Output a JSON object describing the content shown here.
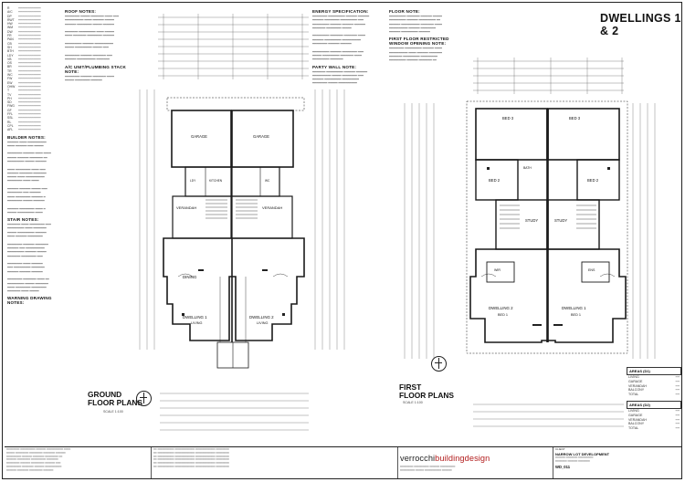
{
  "sheet": {
    "title": "DWELLINGS 1 & 2"
  },
  "legend_col": {
    "key_abbrev": [
      "R",
      "A/C",
      "DP",
      "RWT",
      "HW",
      "WM",
      "DW",
      "FR",
      "PAN",
      "CB",
      "SH",
      "BTH",
      "LDY",
      "VB",
      "OS",
      "BR",
      "TR",
      "WC",
      "FW",
      "EW",
      "OHW",
      "T",
      "TV",
      "PH",
      "SD",
      "FWG",
      "GF",
      "FFL",
      "SSL",
      "RL",
      "CPL",
      "AFL"
    ],
    "builder_notes_hdr": "BUILDER NOTES:",
    "stair_notes_hdr": "STAIR NOTES:",
    "warning_hdr": "WARNING DRAWING NOTES:"
  },
  "notes_col2": {
    "roof_notes_hdr": "ROOF NOTES:",
    "ac_hdr": "A/C UNIT/PLUMBING STACK NOTE:"
  },
  "notes_col3": {
    "energy_hdr": "ENERGY SPECIFICATION:",
    "party_wall_hdr": "PARTY WALL NOTE:"
  },
  "notes_col4": {
    "floor_hdr": "FLOOR NOTE:",
    "window_hdr": "FIRST FLOOR RESTRICTED WINDOW OPENING NOTE:"
  },
  "ground_plan": {
    "title_1": "GROUND",
    "title_2": "FLOOR PLANS",
    "scale": "SCALE 1:100",
    "rooms": {
      "garage_l": "GARAGE",
      "garage_r": "GARAGE",
      "verandah_l": "VERANDAH",
      "verandah_r": "VERANDAH",
      "dining": "DINING",
      "dwelling1": "DWELLING 1",
      "living1": "LIVING",
      "dwelling2": "DWELLING 2",
      "living2": "LIVING",
      "kitchen": "KITCHEN",
      "ldy": "LDY",
      "wc": "WC"
    }
  },
  "first_plan": {
    "title_1": "FIRST",
    "title_2": "FLOOR PLANS",
    "scale": "SCALE 1:100",
    "rooms": {
      "bed3_l": "BED 3",
      "bed3_r": "BED 3",
      "bed2_l": "BED 2",
      "bed2_r": "BED 2",
      "study_l": "STUDY",
      "study_r": "STUDY",
      "dwelling1": "DWELLING 1",
      "bed1": "BED 1",
      "bed1_r": "BED 1",
      "dwelling2": "DWELLING 2",
      "wir": "WIR",
      "bath": "BATH",
      "ens": "ENS"
    }
  },
  "areas": {
    "d1_title": "AREAS (D1)",
    "d2_title": "AREAS (D2)",
    "rows": [
      "LIVING",
      "GARAGE",
      "VERANDAH",
      "BALCONY",
      "TOTAL"
    ]
  },
  "title_block": {
    "brand_a": "verrocchi",
    "brand_b": "buildingdesign",
    "project": "NARROW LOT DEVELOPMENT",
    "client_label": "CLIENT",
    "drawing_no": "WD_011"
  }
}
